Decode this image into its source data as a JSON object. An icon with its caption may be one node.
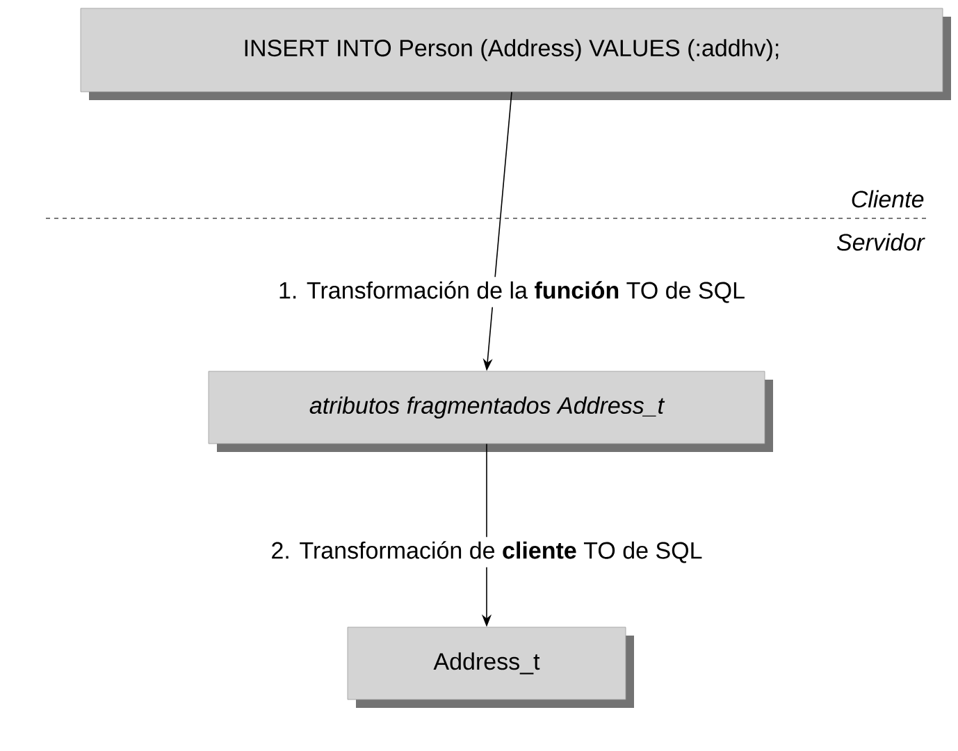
{
  "diagram": {
    "nodes": [
      {
        "text": [
          "INSERT INTO Person (Address) VALUES (:addhv);"
        ]
      },
      {
        "text": [
          "atributos fragmentados Address_t"
        ]
      },
      {
        "text": [
          "Address_t"
        ]
      }
    ],
    "edges": [
      {
        "from": 0,
        "to": 1,
        "arrow": "to",
        "label": "1. Transformación de la **función** TO de SQL"
      },
      {
        "from": 1,
        "to": 2,
        "arrow": "to",
        "label": "2. Transformación de **cliente** TO de SQL"
      }
    ],
    "labels": [
      "Cliente",
      "Servidor"
    ]
  }
}
